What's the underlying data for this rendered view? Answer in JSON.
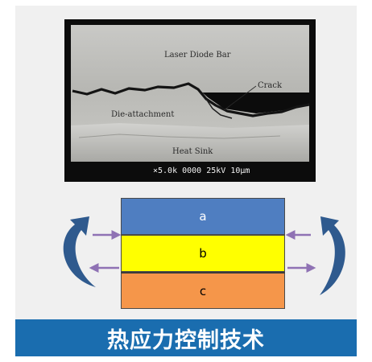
{
  "sem": {
    "top_label": "Laser Diode Bar",
    "crack_label": "Crack",
    "die_label": "Die-attachment",
    "sink_label": "Heat Sink",
    "scale_text": "×5.0k 0000  25kV  10μm"
  },
  "layers": {
    "a": "a",
    "b": "b",
    "c": "c"
  },
  "colors": {
    "layer_a": "#4f7ec1",
    "layer_b": "#ffff00",
    "layer_c": "#f5964a",
    "arrow_purple": "#8f72b4",
    "curved_arrow": "#2f5a8e",
    "banner": "#1a6daf"
  },
  "banner": {
    "title": "热应力控制技术"
  }
}
